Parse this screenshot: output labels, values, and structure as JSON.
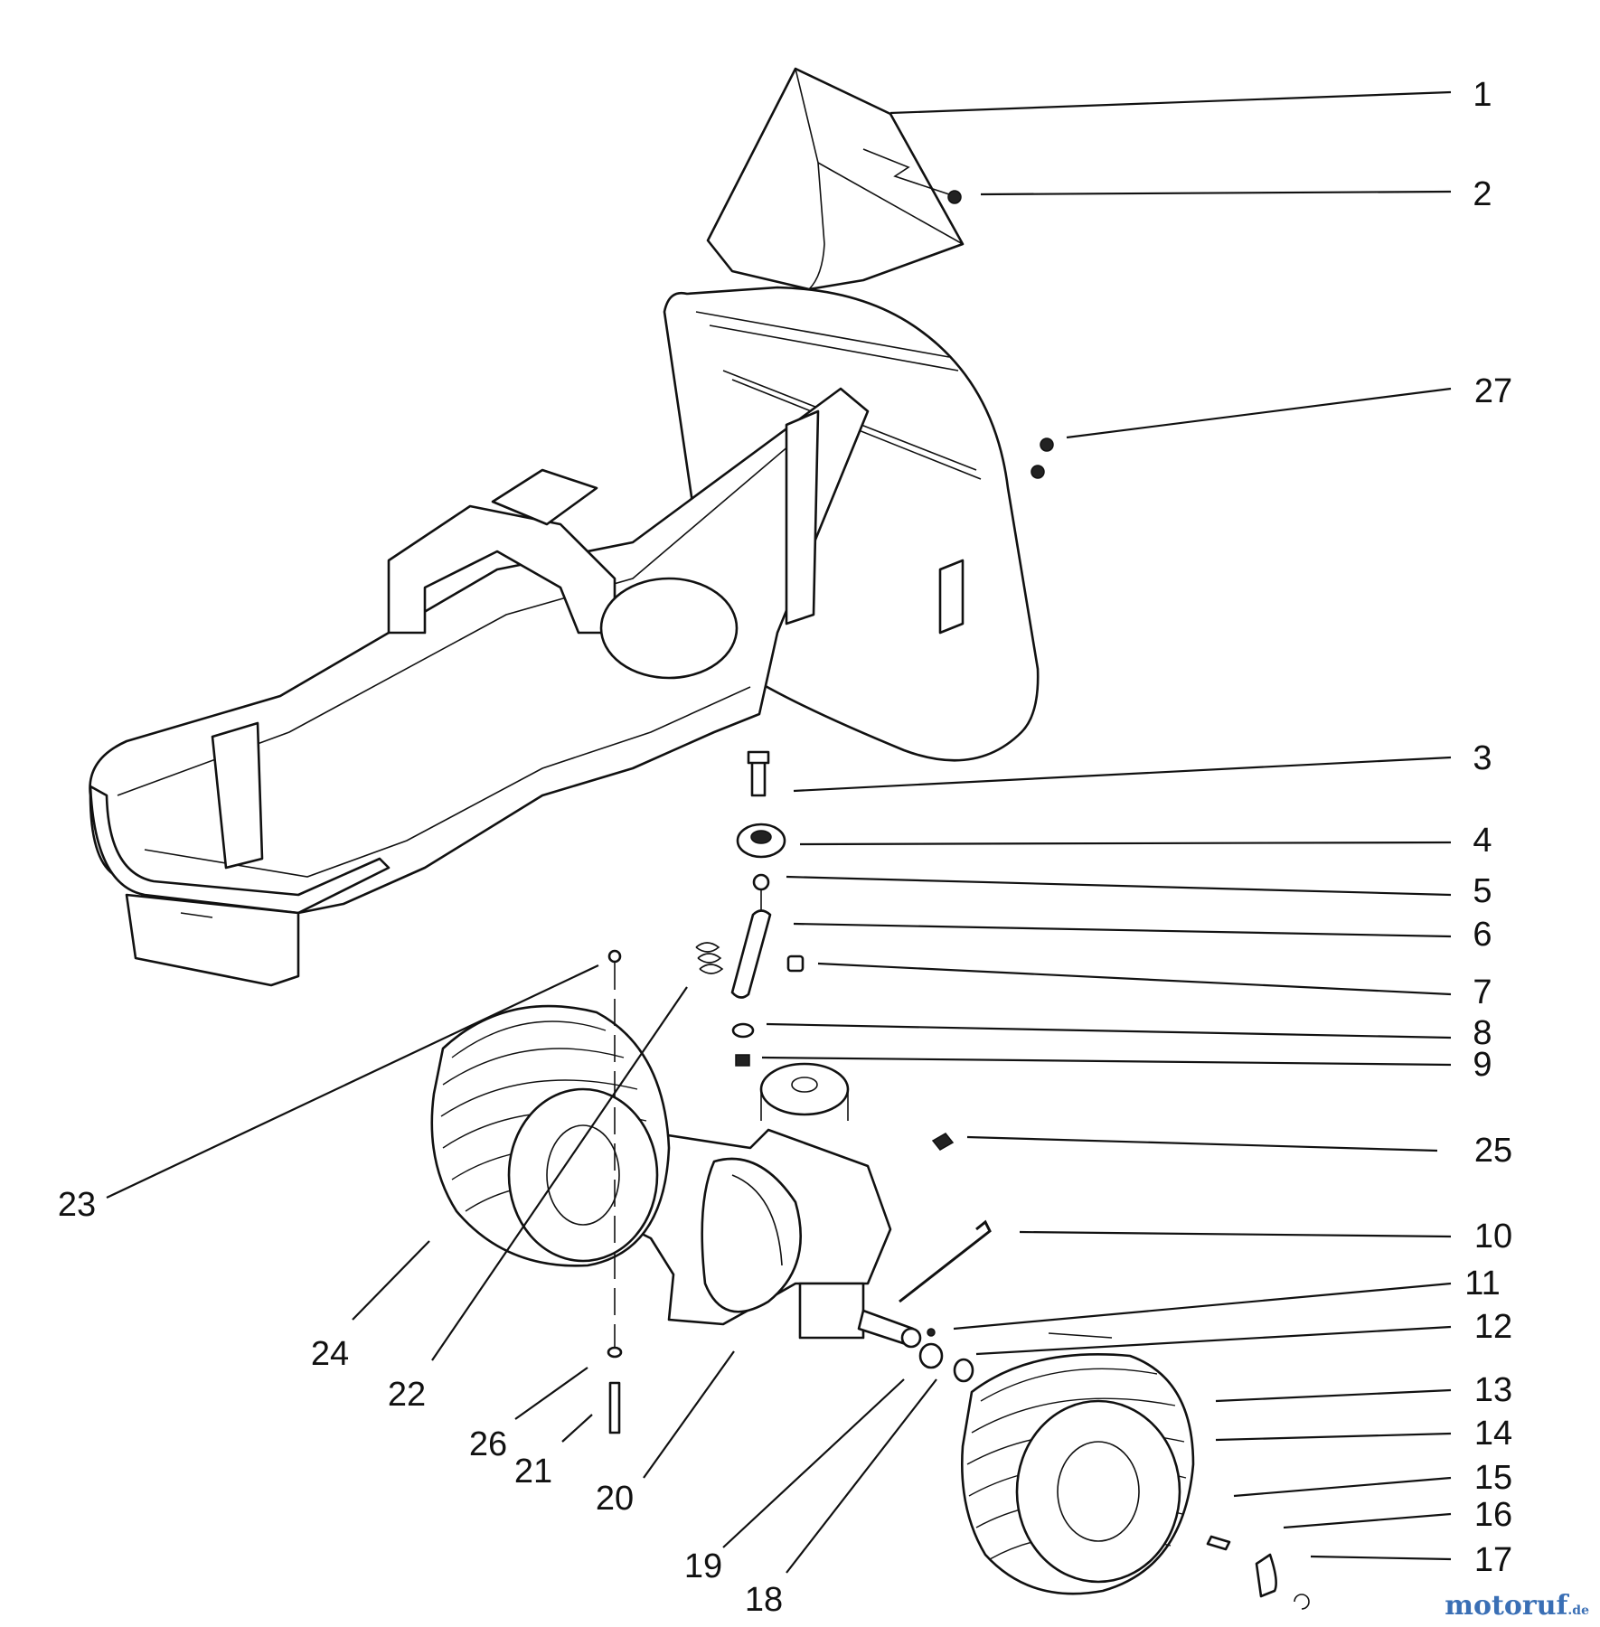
{
  "callouts": [
    {
      "id": "1",
      "label": "1"
    },
    {
      "id": "2",
      "label": "2"
    },
    {
      "id": "27",
      "label": "27"
    },
    {
      "id": "3",
      "label": "3"
    },
    {
      "id": "4",
      "label": "4"
    },
    {
      "id": "5",
      "label": "5"
    },
    {
      "id": "6",
      "label": "6"
    },
    {
      "id": "7",
      "label": "7"
    },
    {
      "id": "8",
      "label": "8"
    },
    {
      "id": "9",
      "label": "9"
    },
    {
      "id": "25",
      "label": "25"
    },
    {
      "id": "10",
      "label": "10"
    },
    {
      "id": "11",
      "label": "11"
    },
    {
      "id": "12",
      "label": "12"
    },
    {
      "id": "13",
      "label": "13"
    },
    {
      "id": "14",
      "label": "14"
    },
    {
      "id": "15",
      "label": "15"
    },
    {
      "id": "16",
      "label": "16"
    },
    {
      "id": "17",
      "label": "17"
    },
    {
      "id": "18",
      "label": "18"
    },
    {
      "id": "19",
      "label": "19"
    },
    {
      "id": "20",
      "label": "20"
    },
    {
      "id": "21",
      "label": "21"
    },
    {
      "id": "26",
      "label": "26"
    },
    {
      "id": "22",
      "label": "22"
    },
    {
      "id": "24",
      "label": "24"
    },
    {
      "id": "23",
      "label": "23"
    }
  ],
  "watermark": {
    "main": "motoruf",
    "suffix": ".de"
  },
  "colors": {
    "line": "#111111",
    "watermark_blue": "#3a6fb5",
    "watermark_red": "#c0392b"
  }
}
